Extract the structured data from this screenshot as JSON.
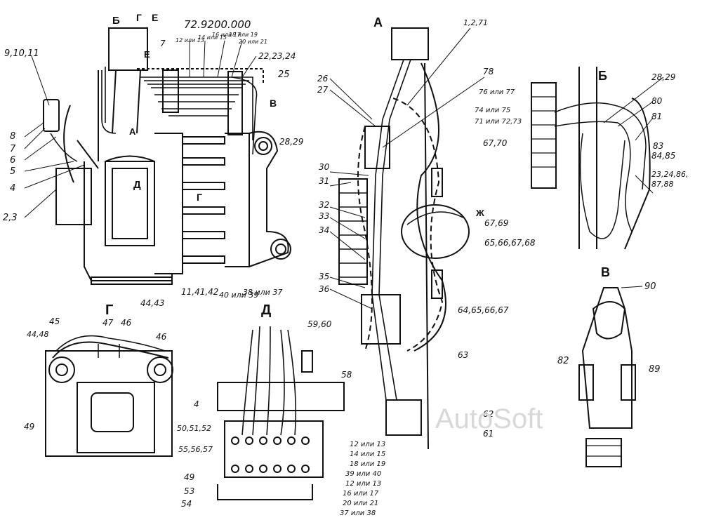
{
  "drawing_number": "72.9200.000",
  "watermark": "AutoSoft",
  "views": {
    "main_a": "А",
    "b": "Б",
    "v": "В",
    "g": "Г",
    "d": "Д",
    "e": "Е",
    "zh": "Ж"
  },
  "callouts_left": [
    "9,10,11",
    "8",
    "7",
    "6",
    "5",
    "4",
    "2,3"
  ],
  "callouts_top": [
    "7",
    "12 или 13",
    "14 или 15",
    "16 или 17",
    "18 или 19",
    "20 или 21",
    "22,23,24",
    "25"
  ],
  "callouts_left_view": [
    "28,29",
    "44,43",
    "11,41,42",
    "40 или 39",
    "38 или 37"
  ],
  "callouts_center": [
    "1,2,71",
    "78",
    "26",
    "27",
    "76 или 77",
    "74 или 75",
    "71 или 72,73",
    "67,70",
    "30",
    "31",
    "32",
    "33",
    "34",
    "67,69",
    "65,66,67,68",
    "35",
    "36",
    "64,65,66,67",
    "63",
    "62",
    "61"
  ],
  "callouts_b": [
    "28,29",
    "80",
    "81",
    "83",
    "84,85",
    "23,24,86,",
    "87,88"
  ],
  "callouts_v": [
    "90",
    "82",
    "89"
  ],
  "callouts_g": [
    "45",
    "47",
    "46",
    "44,48",
    "46",
    "49",
    "49"
  ],
  "callouts_d": [
    "59,60",
    "58",
    "4",
    "50,51,52",
    "55,56,57",
    "12 или 13",
    "14 или 15",
    "18 или 19",
    "39 или 40",
    "12 или 13",
    "16 или 17",
    "20 или 21",
    "37 или 38",
    "53",
    "54"
  ]
}
